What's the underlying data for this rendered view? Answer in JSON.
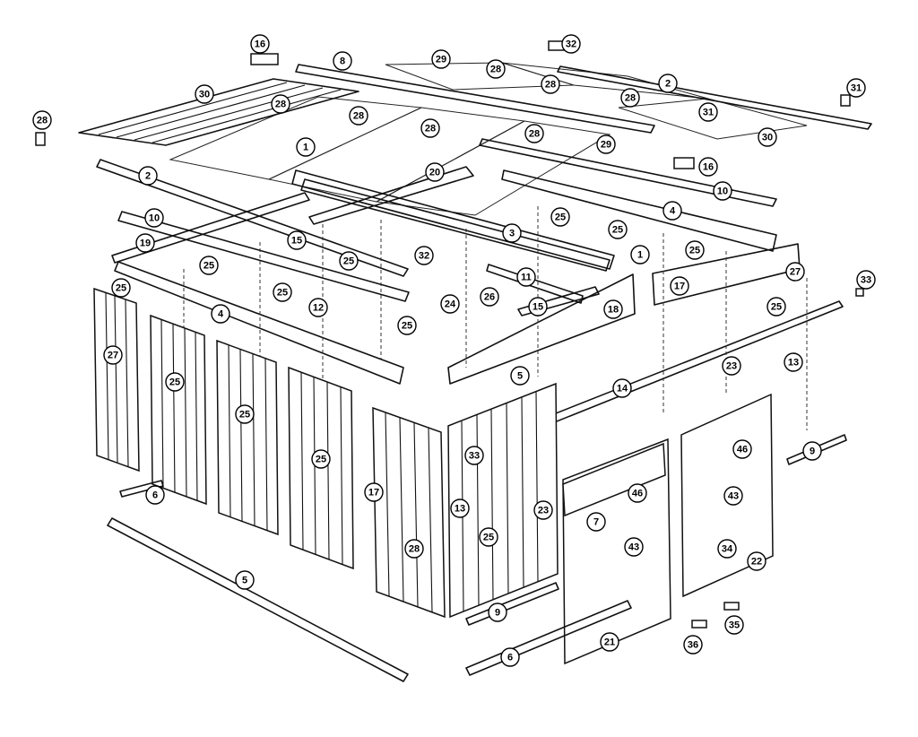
{
  "callouts": [
    {
      "id": "c1",
      "label": "16"
    },
    {
      "id": "c2",
      "label": "32"
    },
    {
      "id": "c3",
      "label": "8"
    },
    {
      "id": "c4",
      "label": "29"
    },
    {
      "id": "c5",
      "label": "28"
    },
    {
      "id": "c6",
      "label": "28"
    },
    {
      "id": "c7",
      "label": "2"
    },
    {
      "id": "c8",
      "label": "31"
    },
    {
      "id": "c9",
      "label": "30"
    },
    {
      "id": "c10",
      "label": "28"
    },
    {
      "id": "c11",
      "label": "28"
    },
    {
      "id": "c12",
      "label": "28"
    },
    {
      "id": "c13",
      "label": "28"
    },
    {
      "id": "c14",
      "label": "31"
    },
    {
      "id": "c15",
      "label": "28"
    },
    {
      "id": "c16",
      "label": "1"
    },
    {
      "id": "c17",
      "label": "28"
    },
    {
      "id": "c18",
      "label": "29"
    },
    {
      "id": "c19",
      "label": "30"
    },
    {
      "id": "c20",
      "label": "16"
    },
    {
      "id": "c21",
      "label": "2"
    },
    {
      "id": "c22",
      "label": "20"
    },
    {
      "id": "c23",
      "label": "10"
    },
    {
      "id": "c24",
      "label": "4"
    },
    {
      "id": "c25",
      "label": "10"
    },
    {
      "id": "c26",
      "label": "25"
    },
    {
      "id": "c27",
      "label": "25"
    },
    {
      "id": "c28",
      "label": "3"
    },
    {
      "id": "c29",
      "label": "15"
    },
    {
      "id": "c30",
      "label": "19"
    },
    {
      "id": "c31",
      "label": "32"
    },
    {
      "id": "c32",
      "label": "1"
    },
    {
      "id": "c33",
      "label": "25"
    },
    {
      "id": "c34",
      "label": "25"
    },
    {
      "id": "c35",
      "label": "25"
    },
    {
      "id": "c36",
      "label": "11"
    },
    {
      "id": "c37",
      "label": "27"
    },
    {
      "id": "c38",
      "label": "33"
    },
    {
      "id": "c39",
      "label": "25"
    },
    {
      "id": "c40",
      "label": "25"
    },
    {
      "id": "c41",
      "label": "12"
    },
    {
      "id": "c42",
      "label": "24"
    },
    {
      "id": "c43",
      "label": "26"
    },
    {
      "id": "c44",
      "label": "15"
    },
    {
      "id": "c45",
      "label": "18"
    },
    {
      "id": "c46",
      "label": "17"
    },
    {
      "id": "c47",
      "label": "25"
    },
    {
      "id": "c48",
      "label": "4"
    },
    {
      "id": "c49",
      "label": "25"
    },
    {
      "id": "c50",
      "label": "27"
    },
    {
      "id": "c51",
      "label": "23"
    },
    {
      "id": "c52",
      "label": "13"
    },
    {
      "id": "c53",
      "label": "25"
    },
    {
      "id": "c54",
      "label": "5"
    },
    {
      "id": "c55",
      "label": "14"
    },
    {
      "id": "c56",
      "label": "25"
    },
    {
      "id": "c57",
      "label": "46"
    },
    {
      "id": "c58",
      "label": "9"
    },
    {
      "id": "c59",
      "label": "33"
    },
    {
      "id": "c60",
      "label": "25"
    },
    {
      "id": "c61",
      "label": "46"
    },
    {
      "id": "c62",
      "label": "6"
    },
    {
      "id": "c63",
      "label": "17"
    },
    {
      "id": "c64",
      "label": "13"
    },
    {
      "id": "c65",
      "label": "23"
    },
    {
      "id": "c66",
      "label": "7"
    },
    {
      "id": "c67",
      "label": "43"
    },
    {
      "id": "c68",
      "label": "43"
    },
    {
      "id": "c69",
      "label": "25"
    },
    {
      "id": "c70",
      "label": "28"
    },
    {
      "id": "c71",
      "label": "34"
    },
    {
      "id": "c72",
      "label": "22"
    },
    {
      "id": "c73",
      "label": "5"
    },
    {
      "id": "c74",
      "label": "9"
    },
    {
      "id": "c75",
      "label": "35"
    },
    {
      "id": "c76",
      "label": "21"
    },
    {
      "id": "c77",
      "label": "36"
    },
    {
      "id": "c78",
      "label": "6"
    }
  ]
}
